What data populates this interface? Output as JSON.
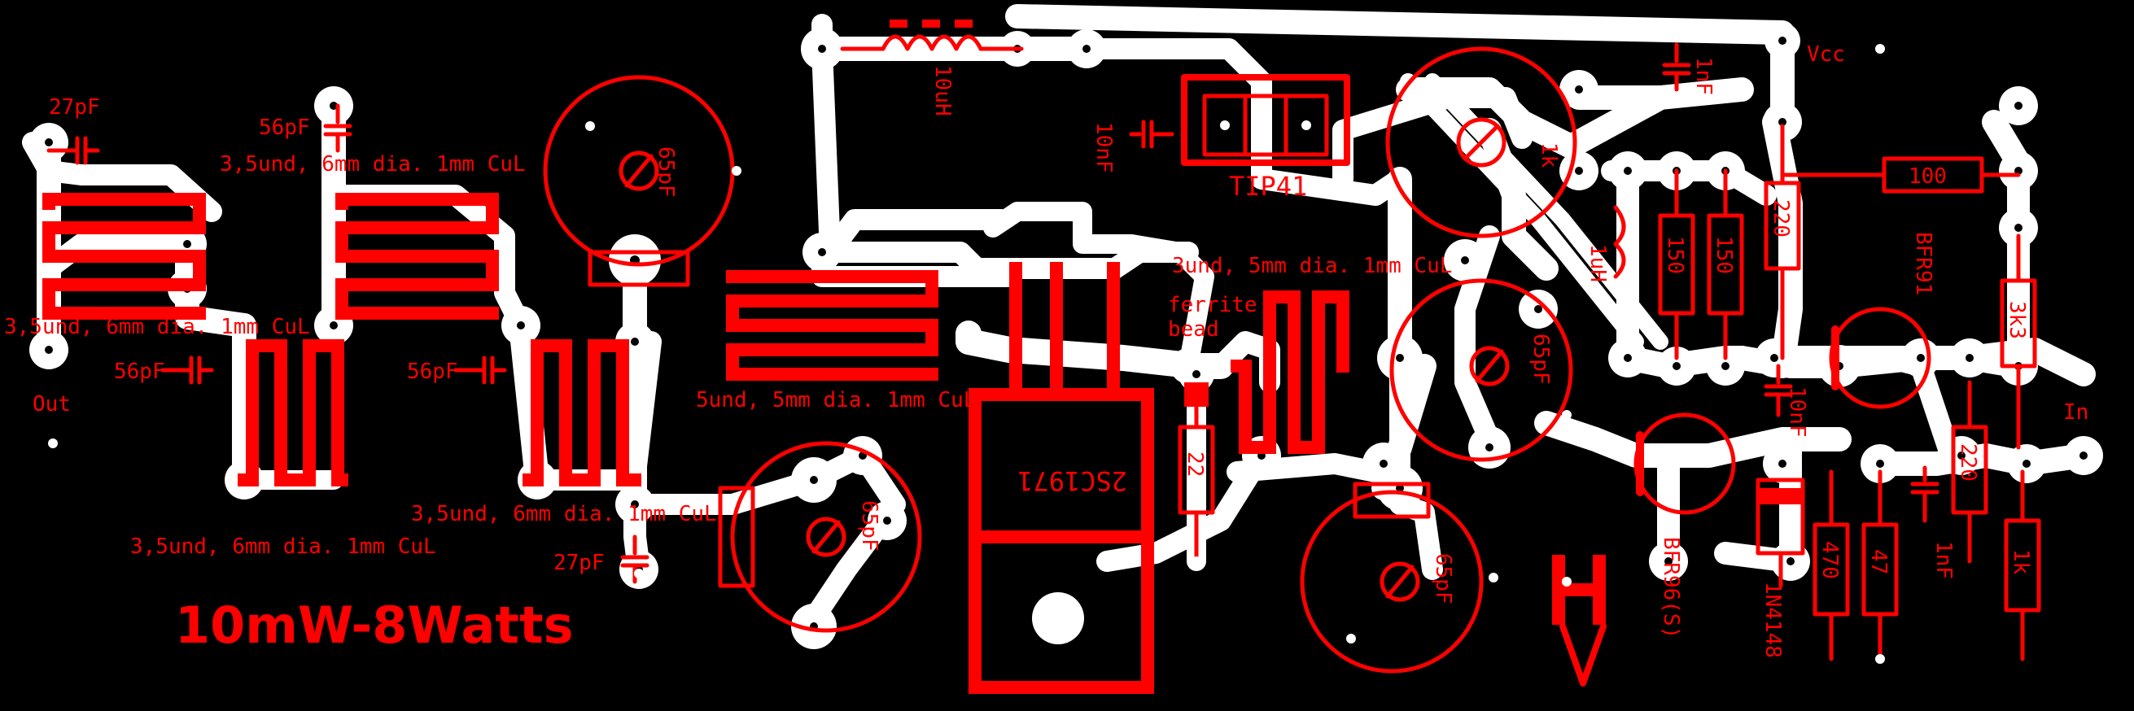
{
  "title": "10mW-8Watts",
  "labels": {
    "c27_left": "27pF",
    "c56_top": "56pF",
    "l1_spec": "3,5und, 6mm dia. 1mm CuL",
    "l2_spec": "3,5und, 6mm dia. 1mm CuL",
    "l3_spec": "3,5und, 6mm dia. 1mm CuL",
    "l4_spec": "3,5und, 6mm dia. 1mm CuL",
    "l5_spec": "5und, 5mm dia. 1mm CuL",
    "l6_spec": "3und, 5mm dia. 1mm CuL",
    "ferrite": "ferrite",
    "bead": "bead",
    "out": "Out",
    "in": "In",
    "vcc": "Vcc",
    "c56_left": "56pF",
    "c56_mid": "56pF",
    "c27_bottom": "27pF",
    "trim_65_a": "65pF",
    "trim_65_b": "65pF",
    "trim_65_c": "65pF",
    "trim_65_d": "65pF",
    "choke": "10uH",
    "c10n_top": "10nF",
    "c1n_top": "1nF",
    "tip41": "TIP41",
    "pot": "1k",
    "r150_a": "150",
    "r150_b": "150",
    "r220_a": "220",
    "r100": "100",
    "bfr91": "BFR91",
    "r3k3": "3k3",
    "r22": "22",
    "transistor": "2SC1971",
    "c10n_mid": "10nF",
    "diode": "1N4148",
    "r470": "470",
    "r47": "47",
    "c1n_bottom": "1nF",
    "r220_b": "220",
    "r1k": "1k",
    "bfr96": "BFR96(S)",
    "l1uh": "1uH",
    "hv_h": "H",
    "hv_v": "V"
  },
  "colors": {
    "background": "#000000",
    "copper": "#ffffff",
    "silkscreen": "#ff0000"
  }
}
